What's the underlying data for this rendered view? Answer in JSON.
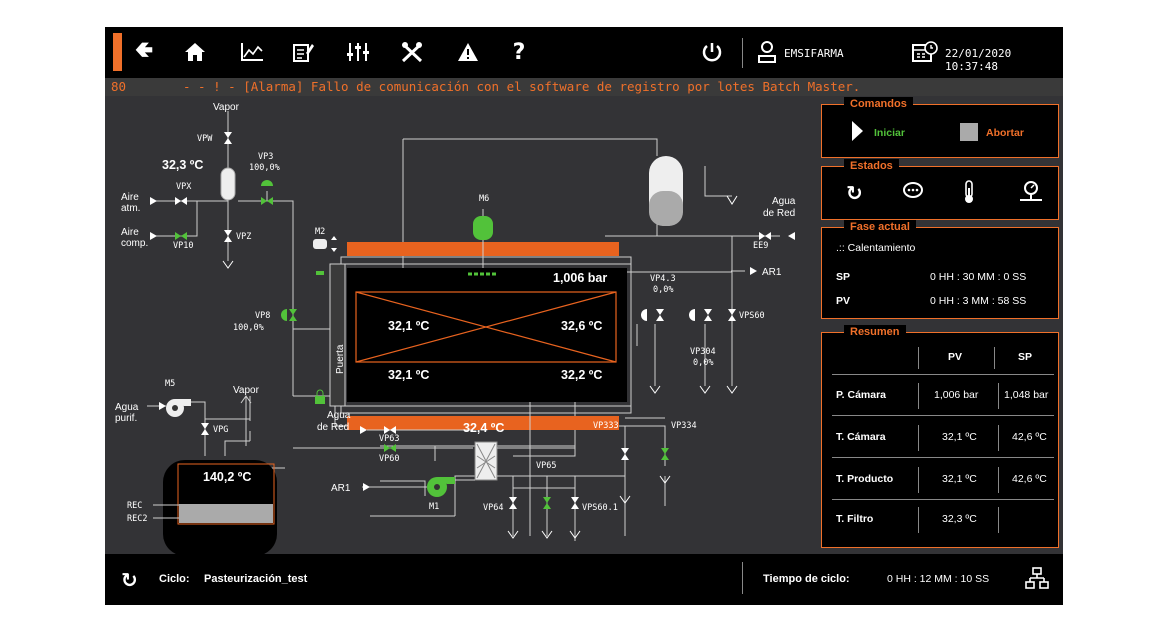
{
  "toolbar": {
    "icons": [
      "back-arrow-icon",
      "home-icon",
      "trend-chart-icon",
      "edit-note-icon",
      "sliders-icon",
      "tools-icon",
      "warning-icon",
      "help-icon"
    ],
    "user": "EMSIFARMA",
    "datetime": "22/01/2020 10:37:48"
  },
  "alarm": {
    "code": "80",
    "message": "- - ! - [Alarma] Fallo de comunicación con el software de registro por lotes Batch Master."
  },
  "process": {
    "labels": {
      "vapor_top": "Vapor",
      "vpw": "VPW",
      "temp_top": "32,3 ºC",
      "vp3": "VP3",
      "vp3_val": "100,0%",
      "aire_atm_1": "Aire",
      "aire_atm_2": "atm.",
      "vpx": "VPX",
      "aire_comp_1": "Aire",
      "aire_comp_2": "comp.",
      "vp10": "VP10",
      "vpz": "VPZ",
      "m2": "M2",
      "m6": "M6",
      "agua_red_top_1": "Agua",
      "agua_red_top_2": "de Red",
      "ee9": "EE9",
      "ar1_right": "AR1",
      "pressure": "1,006 bar",
      "t_left_top": "32,1 ºC",
      "t_right_top": "32,6 ºC",
      "t_left_bot": "32,1 ºC",
      "t_right_bot": "32,2 ºC",
      "puerta": "Puerta",
      "vp8": "VP8",
      "vp8_val": "100,0%",
      "vp43": "VP4.3",
      "vp43_val": "0,0%",
      "vps60": "VPS60",
      "vp304": "VP304",
      "vp304_val": "0,0%",
      "m5": "M5",
      "vapor_mid": "Vapor",
      "agua_purif_1": "Agua",
      "agua_purif_2": "purif.",
      "vpg": "VPG",
      "agua_red_mid_1": "Agua",
      "agua_red_mid_2": "de Red",
      "vp63": "VP63",
      "vp60": "VP60",
      "temp_hx": "32,4 ºC",
      "vp333": "VP333",
      "vp334": "VP334",
      "vp65": "VP65",
      "tank_temp": "140,2 ºC",
      "rec": "REC",
      "rec2": "REC2",
      "ar1_bottom": "AR1",
      "m1": "M1",
      "vp64": "VP64",
      "vps601": "VPS60.1"
    }
  },
  "panel": {
    "comandos": {
      "title": "Comandos",
      "start": "Iniciar",
      "abort": "Abortar"
    },
    "estados": {
      "title": "Estados"
    },
    "fase": {
      "title": "Fase actual",
      "name": ".:: Calentamiento",
      "sp_label": "SP",
      "sp_value": "0 HH :  30 MM :   0 SS",
      "pv_label": "PV",
      "pv_value": "0 HH :   3 MM : 58 SS"
    },
    "resumen": {
      "title": "Resumen",
      "col_pv": "PV",
      "col_sp": "SP",
      "rows": [
        {
          "label": "P. Cámara",
          "pv": "1,006 bar",
          "sp": "1,048 bar"
        },
        {
          "label": "T. Cámara",
          "pv": "32,1 ºC",
          "sp": "42,6 ºC"
        },
        {
          "label": "T. Producto",
          "pv": "32,1 ºC",
          "sp": "42,6 ºC"
        },
        {
          "label": "T. Filtro",
          "pv": "32,3 ºC",
          "sp": ""
        }
      ]
    }
  },
  "footer": {
    "cycle_label": "Ciclo:",
    "cycle_name": "Pasteurización_test",
    "time_label": "Tiempo de ciclo:",
    "time_value": "0 HH :  12 MM : 10 SS"
  },
  "colors": {
    "accent": "#f0702a",
    "valve_green": "#52c23a",
    "bg": "#333336"
  }
}
